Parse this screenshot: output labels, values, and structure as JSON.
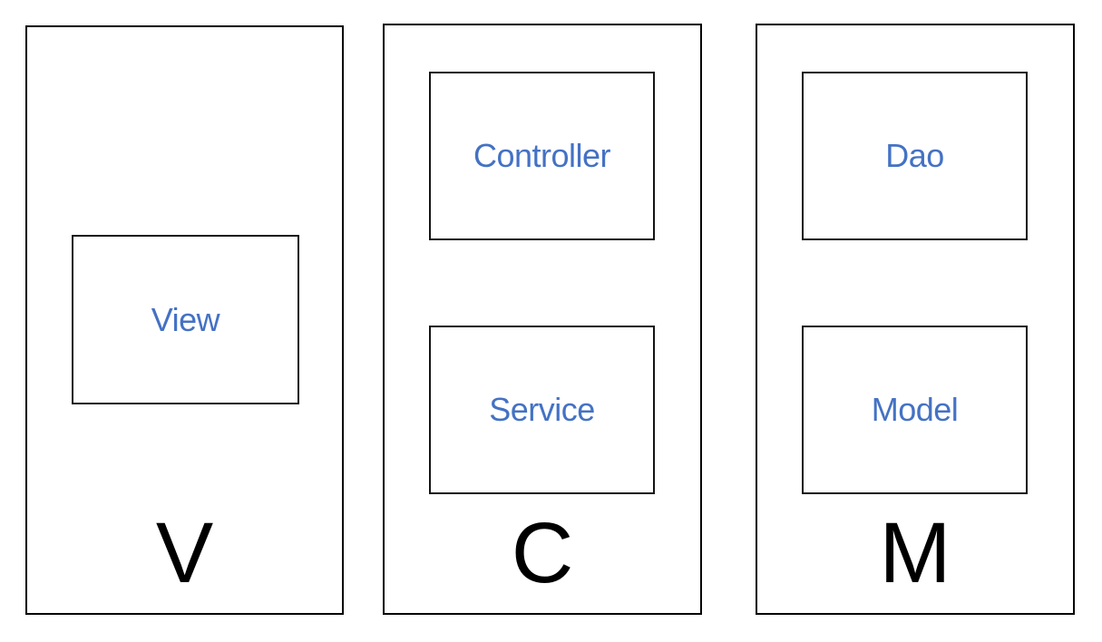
{
  "colors": {
    "background": "#ffffff",
    "box_label": "#4472C4",
    "border": "#000000",
    "letter": "#000000"
  },
  "columns": [
    {
      "id": "view-layer",
      "letter": "V",
      "boxes": [
        {
          "label": "View"
        }
      ]
    },
    {
      "id": "controller-layer",
      "letter": "C",
      "boxes": [
        {
          "label": "Controller"
        },
        {
          "label": "Service"
        }
      ]
    },
    {
      "id": "model-layer",
      "letter": "M",
      "boxes": [
        {
          "label": "Dao"
        },
        {
          "label": "Model"
        }
      ]
    }
  ]
}
